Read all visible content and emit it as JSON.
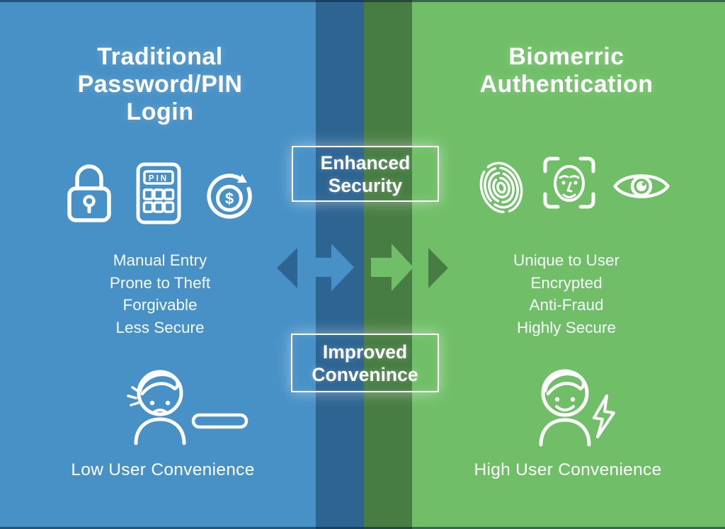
{
  "panels": {
    "left": {
      "theme_color": "#4791c7",
      "title_lines": [
        "Traditional",
        "Password/PIN",
        "Login"
      ],
      "icons": [
        "padlock-icon",
        "pin-keypad-icon",
        "money-cycle-icon"
      ],
      "pin_label": "PIN",
      "dollar_sign": "$",
      "features": [
        "Manual Entry",
        "Prone to Theft",
        "Forgivable",
        "Less Secure"
      ],
      "bottom_label": "Low User Convenience"
    },
    "right": {
      "theme_color": "#70bf68",
      "title_lines": [
        "Biomerric",
        "Authentication"
      ],
      "icons": [
        "fingerprint-icon",
        "face-scan-icon",
        "iris-eye-icon"
      ],
      "features": [
        "Unique to User",
        "Encrypted",
        "Anti-Fraud",
        "Highly Secure"
      ],
      "bottom_label": "High User Convenience"
    }
  },
  "center": {
    "security_box_lines": [
      "Enhanced",
      "Security"
    ],
    "convenience_box_lines": [
      "Improved",
      "Convenince"
    ],
    "arrows": [
      "left-triangle-dark-blue",
      "right-arrow-light-blue",
      "right-arrow-light-green",
      "right-triangle-dark-green"
    ]
  },
  "colors": {
    "blue": "#4791c7",
    "blue_dark": "#2d6492",
    "green": "#70bf68",
    "green_dark": "#477d42",
    "edge_dark": "#0f2a3c",
    "text": "#ffffff"
  }
}
